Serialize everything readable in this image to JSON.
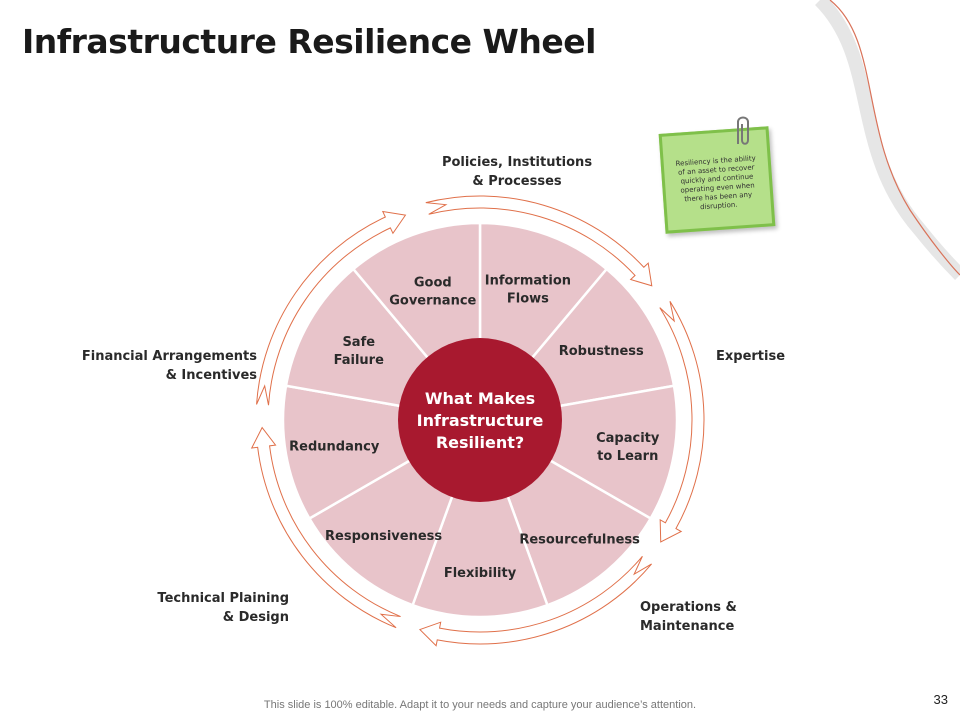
{
  "title": "Infrastructure Resilience Wheel",
  "center": {
    "line1": "What Makes",
    "line2": "Infrastructure",
    "line3": "Resilient?"
  },
  "segments": [
    {
      "lines": [
        "Information",
        "Flows"
      ]
    },
    {
      "lines": [
        "Robustness"
      ]
    },
    {
      "lines": [
        "Capacity",
        "to Learn"
      ]
    },
    {
      "lines": [
        "Resourcefulness"
      ]
    },
    {
      "lines": [
        "Flexibility"
      ]
    },
    {
      "lines": [
        "Responsiveness"
      ]
    },
    {
      "lines": [
        "Redundancy"
      ]
    },
    {
      "lines": [
        "Safe",
        "Failure"
      ]
    },
    {
      "lines": [
        "Good",
        "Governance"
      ]
    }
  ],
  "outer_labels": {
    "policies": [
      "Policies, Institutions",
      "& Processes"
    ],
    "expertise": [
      "Expertise"
    ],
    "operations": [
      "Operations &",
      "Maintenance"
    ],
    "technical": [
      "Technical Plaining",
      "& Design"
    ],
    "financial": [
      "Financial Arrangements",
      "& Incentives"
    ]
  },
  "note": "Resiliency is the ability of an asset to recover quickly and continue operating even when there has been any disruption.",
  "footer": "This slide is 100% editable. Adapt it to your needs and capture your audience’s attention.",
  "page_number": "33",
  "colors": {
    "segment": "#e8c4ca",
    "center": "#a8192f",
    "accent_line": "#e0704a",
    "note": "#b5e08a"
  }
}
